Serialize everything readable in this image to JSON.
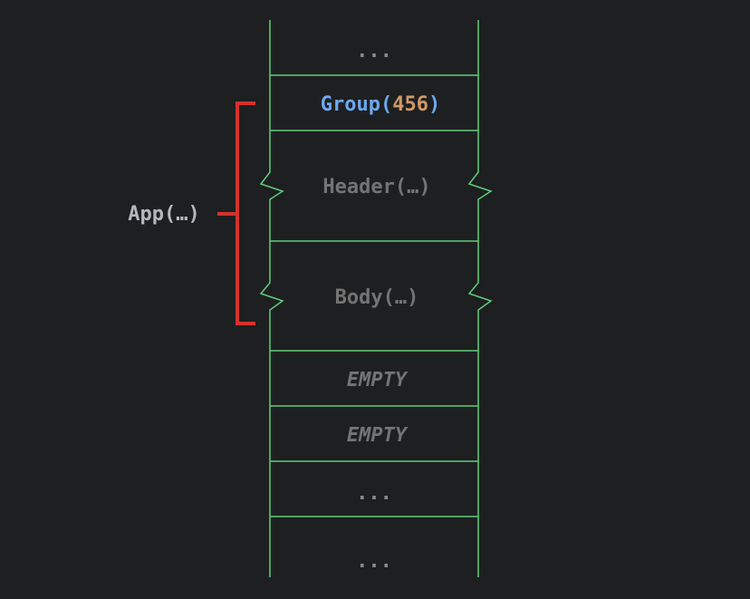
{
  "stack": {
    "cells": [
      {
        "id": "dots-top",
        "text": "...",
        "style": "dots"
      },
      {
        "id": "group",
        "call": "Group",
        "open": "(",
        "arg": "456",
        "close": ")",
        "style": "group"
      },
      {
        "id": "header",
        "text": "Header(…)",
        "style": "dim",
        "broken": true
      },
      {
        "id": "body",
        "text": "Body(…)",
        "style": "dim",
        "broken": true
      },
      {
        "id": "empty-1",
        "text": "EMPTY",
        "style": "empty"
      },
      {
        "id": "empty-2",
        "text": "EMPTY",
        "style": "empty"
      },
      {
        "id": "dots-mid",
        "text": "...",
        "style": "dots"
      },
      {
        "id": "dots-bottom",
        "text": "...",
        "style": "dots"
      }
    ]
  },
  "bracket": {
    "label": "App(…)",
    "spans": [
      "group",
      "header",
      "body"
    ]
  },
  "colors": {
    "background": "#1e1f21",
    "stack_line": "#5fcf7a",
    "bracket": "#d4322c",
    "group_text": "#6ea8f0",
    "number_text": "#d19a66",
    "dim_text": "#747474",
    "app_label": "#b4b8c0"
  }
}
